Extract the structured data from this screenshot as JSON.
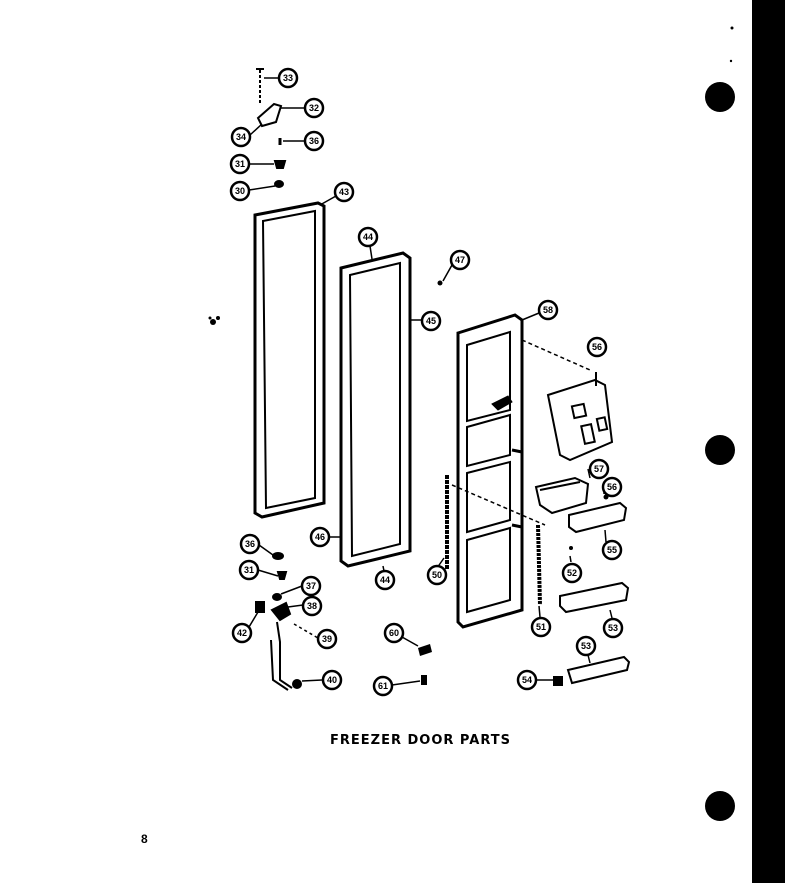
{
  "caption": "FREEZER DOOR PARTS",
  "page_number": "8",
  "callouts": {
    "c33": "33",
    "c32": "32",
    "c34": "34",
    "c36": "36",
    "c31": "31",
    "c30": "30",
    "c43": "43",
    "c44top": "44",
    "c47": "47",
    "c45": "45",
    "c58top": "58",
    "c56": "56",
    "c57": "57",
    "c56b": "56",
    "c55": "55",
    "c46": "46",
    "c44bot": "44",
    "c50": "50",
    "c52": "52",
    "c53": "53",
    "c51": "51",
    "c36b": "36",
    "c31b": "31",
    "c37": "37",
    "c38": "38",
    "c42": "42",
    "c39": "39",
    "c40": "40",
    "c60": "60",
    "c61": "61",
    "c53b": "53",
    "c54": "54"
  }
}
